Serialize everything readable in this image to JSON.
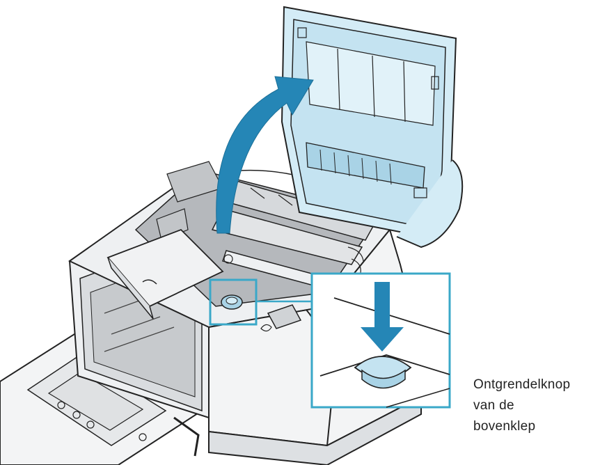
{
  "callout": {
    "lines": [
      "Ontgrendelknop",
      "van de",
      "bovenklep"
    ]
  },
  "colors": {
    "outline": "#222222",
    "printer_body": "#eef0f2",
    "printer_shade": "#c9ccd0",
    "cover_blue": "#d4ecf6",
    "cover_blue_dark": "#a9d3e6",
    "arrow_blue": "#2586b6",
    "frame_teal": "#3aa8c8",
    "interior_gray": "#b5b8bc"
  },
  "icons": [
    "curved-open-arrow-icon",
    "press-down-arrow-icon",
    "release-button-icon"
  ]
}
